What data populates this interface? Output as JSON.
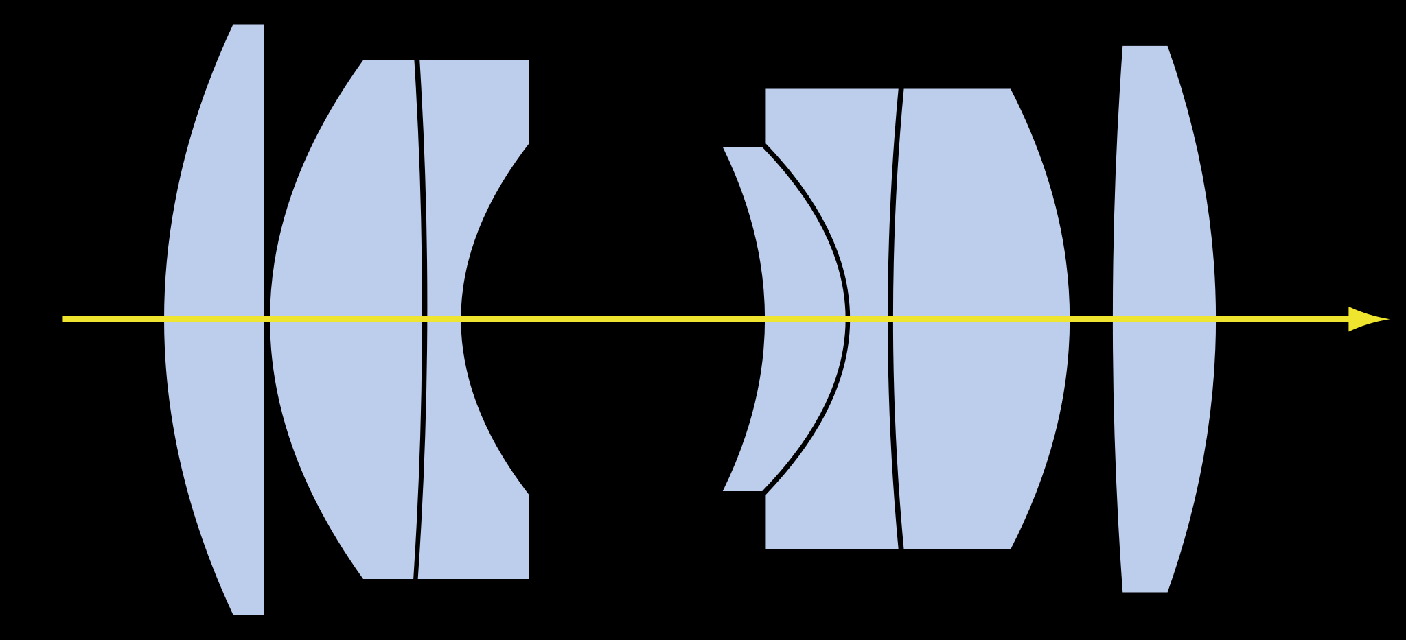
{
  "diagram": {
    "type": "optical lens system cross-section",
    "background_color": "#000000",
    "lens_color": "#bdcdec",
    "axis_color": "#efe52e",
    "elements": [
      {
        "id": "lens-1",
        "kind": "plano-convex singlet"
      },
      {
        "id": "lens-2a",
        "kind": "cemented doublet front element"
      },
      {
        "id": "lens-2b",
        "kind": "cemented doublet rear element (concave)"
      },
      {
        "id": "lens-3",
        "kind": "meniscus"
      },
      {
        "id": "lens-4a",
        "kind": "cemented doublet front element (concave)"
      },
      {
        "id": "lens-4b",
        "kind": "cemented doublet rear element"
      },
      {
        "id": "lens-5",
        "kind": "biconvex singlet"
      }
    ],
    "optical_axis": {
      "direction": "left-to-right"
    }
  }
}
